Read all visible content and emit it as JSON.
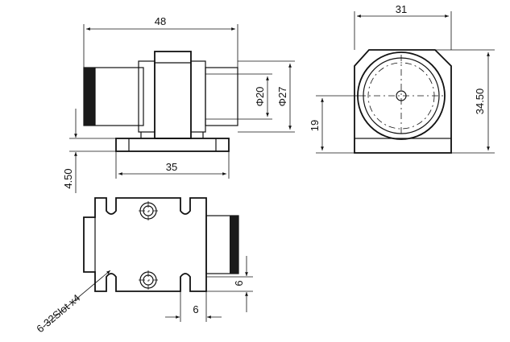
{
  "dimensions": {
    "front_overall_width": "48",
    "front_outer_diameter": "Φ27",
    "front_inner_diameter": "Φ20",
    "front_base_width": "35",
    "front_base_height": "4.50",
    "side_width": "31",
    "side_height": "34.50",
    "side_center_height": "19",
    "top_slot_width": "6",
    "top_slot_depth": "6"
  },
  "callouts": {
    "slot_note": "6-32Slot x4"
  },
  "colors": {
    "line": "#111111",
    "background": "#ffffff"
  }
}
